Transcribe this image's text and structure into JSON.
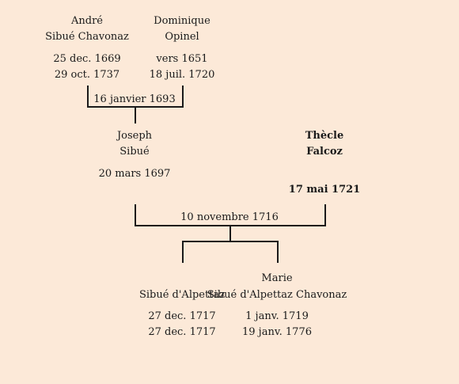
{
  "grandparents": {
    "father": {
      "given_name": "André",
      "surname": "Sibué Chavonaz",
      "birth": "25 dec. 1669",
      "death": "29 oct. 1737"
    },
    "mother": {
      "given_name": "Dominique",
      "surname": "Opinel",
      "birth": "vers 1651",
      "death": "18 juil. 1720"
    },
    "marriage_date": "16 janvier 1693"
  },
  "parents": {
    "father": {
      "given_name": "Joseph",
      "surname": "Sibué",
      "birth": "20 mars 1697",
      "death": ""
    },
    "mother": {
      "given_name": "Thècle",
      "surname": "Falcoz",
      "birth": "",
      "death": "17 mai 1721"
    },
    "marriage_date": "10 novembre 1716"
  },
  "children": [
    {
      "given_name": "",
      "surname": "Sibué d'Alpettaz",
      "birth": "27 dec. 1717",
      "death": "27 dec. 1717"
    },
    {
      "given_name": "Marie",
      "surname": "Sibué d'Alpettaz Chavonaz",
      "birth": "1 janv. 1719",
      "death": "19 janv. 1776"
    }
  ]
}
